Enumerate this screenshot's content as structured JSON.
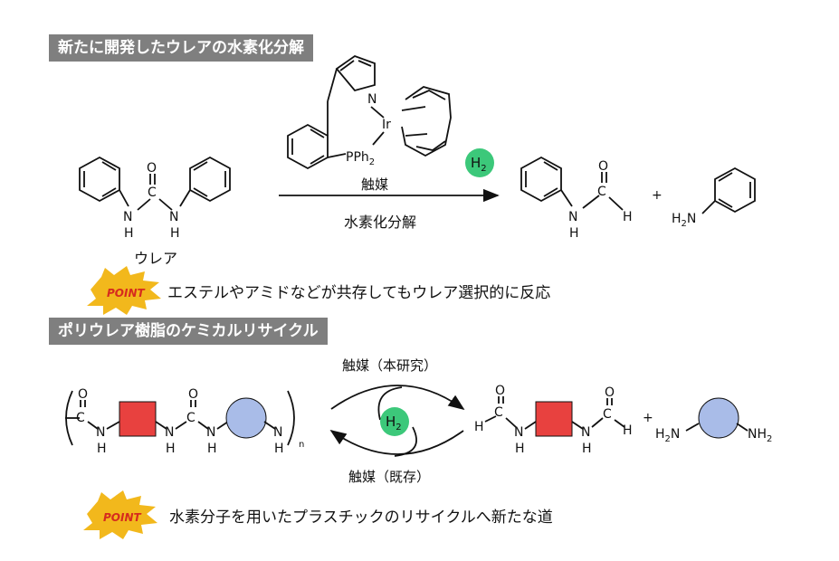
{
  "section1": {
    "banner": "新たに開発したウレアの水素化分解",
    "urea_label": "ウレア",
    "catalyst_label": "触媒",
    "reaction_label": "水素化分解",
    "h2_label": "H2",
    "plus": "+",
    "point_badge": "POINT",
    "point_text": "エステルやアミドなどが共存してもウレア選択的に反応"
  },
  "section2": {
    "banner": "ポリウレア樹脂のケミカルリサイクル",
    "catalyst_this_work": "触媒（本研究）",
    "catalyst_existing": "触媒（既存）",
    "h2_label": "H2",
    "plus": "+",
    "subscript_n": "n",
    "point_badge": "POINT",
    "point_text": "水素分子を用いたプラスチックのリサイクルへ新たな道"
  },
  "colors": {
    "banner": "#7f7f7f",
    "h2_circle": "#3cc87a",
    "red_square": "#e8413f",
    "blue_circle": "#a9bce8",
    "point_burst": "#f2b81c"
  }
}
